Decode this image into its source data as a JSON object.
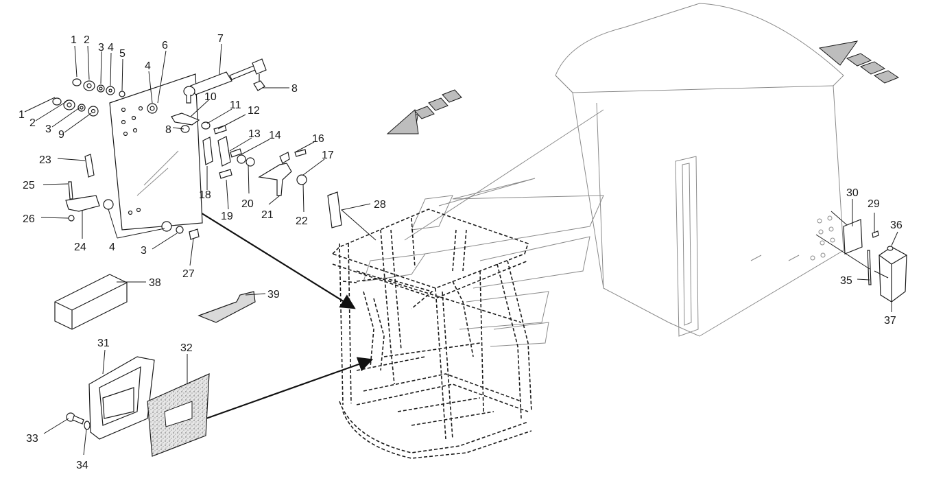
{
  "callouts": {
    "n1": "1",
    "n2": "2",
    "n3": "3",
    "n4": "4",
    "n5": "5",
    "n6": "6",
    "n7": "7",
    "n8": "8",
    "n9": "9",
    "n10": "10",
    "n11": "11",
    "n12": "12",
    "n13": "13",
    "n14": "14",
    "n16": "16",
    "n17": "17",
    "n18": "18",
    "n19": "19",
    "n20": "20",
    "n21": "21",
    "n22": "22",
    "n23": "23",
    "n24": "24",
    "n25": "25",
    "n26": "26",
    "n27": "27",
    "n28": "28",
    "n29": "29",
    "n30": "30",
    "n31": "31",
    "n32": "32",
    "n33": "33",
    "n34": "34",
    "n35": "35",
    "n36": "36",
    "n37": "37",
    "n38": "38",
    "n39": "39"
  },
  "colors": {
    "line": "#1a1a1a",
    "ghost": "#8a8a8a",
    "arrow_fill": "#bdbdbd",
    "gasket": "#cfcfcf"
  }
}
